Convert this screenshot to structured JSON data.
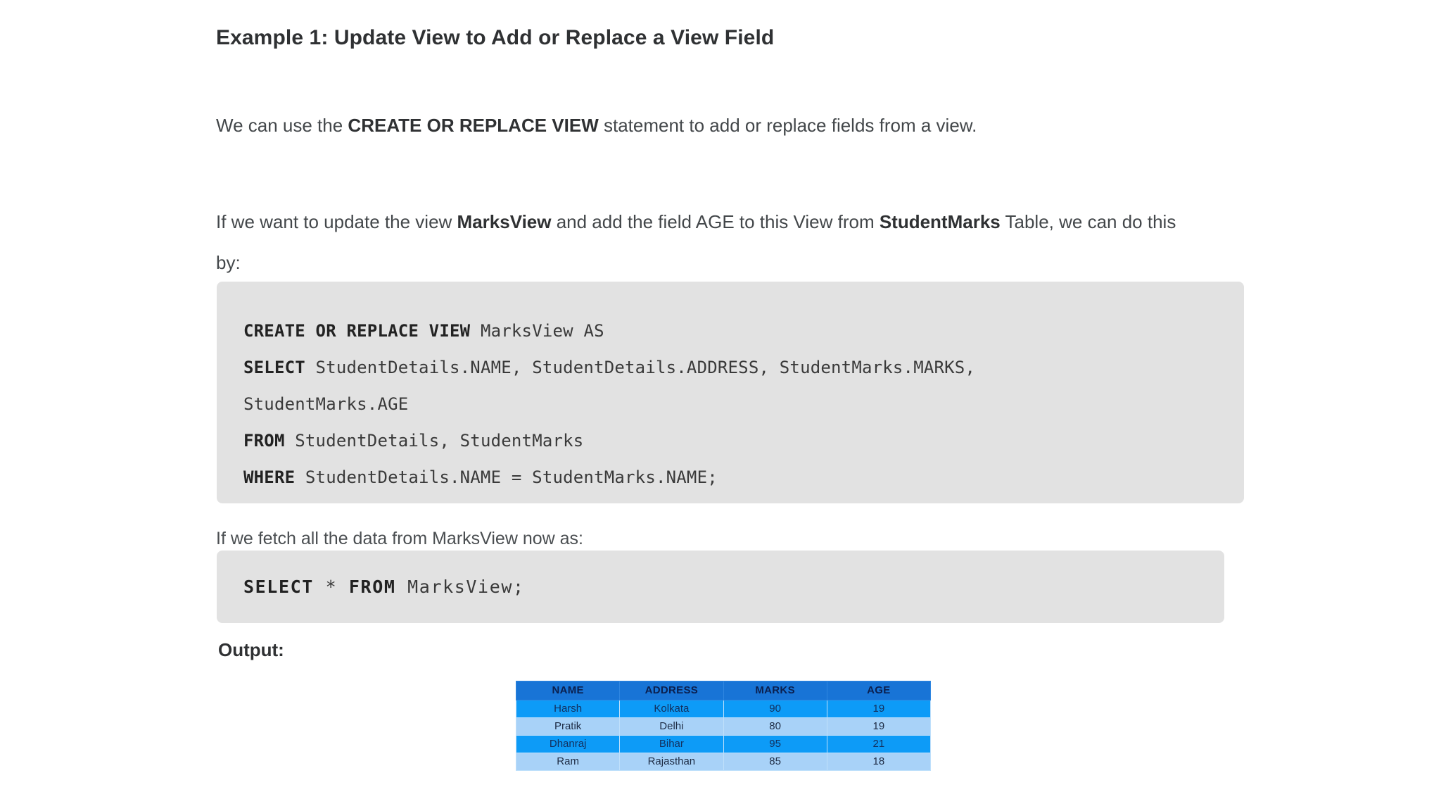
{
  "heading": "Example 1: Update View to Add or Replace a View Field",
  "paragraphs": {
    "p1": {
      "before": "We can use the ",
      "strong": "CREATE OR REPLACE VIEW",
      "after": " statement to add or replace fields from a view."
    },
    "p2": {
      "part1": "If we want to update the view ",
      "strong1": "MarksView",
      "part2": " and add the field AGE to this View from ",
      "strong2": "StudentMarks",
      "part3": " Table, we can do this by:"
    },
    "p3": "If we fetch all the data from MarksView now as:"
  },
  "code_block_1": {
    "lines": [
      {
        "keyword": "CREATE OR REPLACE VIEW",
        "rest": " MarksView AS"
      },
      {
        "keyword": "SELECT",
        "rest": " StudentDetails.NAME, StudentDetails.ADDRESS, StudentMarks.MARKS,"
      },
      {
        "keyword": "",
        "rest": "StudentMarks.AGE"
      },
      {
        "keyword": "FROM",
        "rest": " StudentDetails, StudentMarks"
      },
      {
        "keyword": "WHERE",
        "rest": " StudentDetails.NAME = StudentMarks.NAME;"
      }
    ]
  },
  "code_block_2": {
    "lines": [
      {
        "keyword": "SELECT",
        "mid": " * ",
        "keyword2": "FROM",
        "rest": " MarksView;"
      }
    ]
  },
  "output_label": "Output:",
  "result_table": {
    "columns": [
      "NAME",
      "ADDRESS",
      "MARKS",
      "AGE"
    ],
    "rows": [
      [
        "Harsh",
        "Kolkata",
        "90",
        "19"
      ],
      [
        "Pratik",
        "Delhi",
        "80",
        "19"
      ],
      [
        "Dhanraj",
        "Bihar",
        "95",
        "21"
      ],
      [
        "Ram",
        "Rajasthan",
        "85",
        "18"
      ]
    ]
  },
  "colors": {
    "code_background": "#e2e2e2",
    "table_header_bg": "#1874d6",
    "table_row_odd_bg": "#0d9bf7",
    "table_row_even_bg": "#a8d2f8",
    "page_background": "#ffffff",
    "body_text": "#43474a"
  }
}
